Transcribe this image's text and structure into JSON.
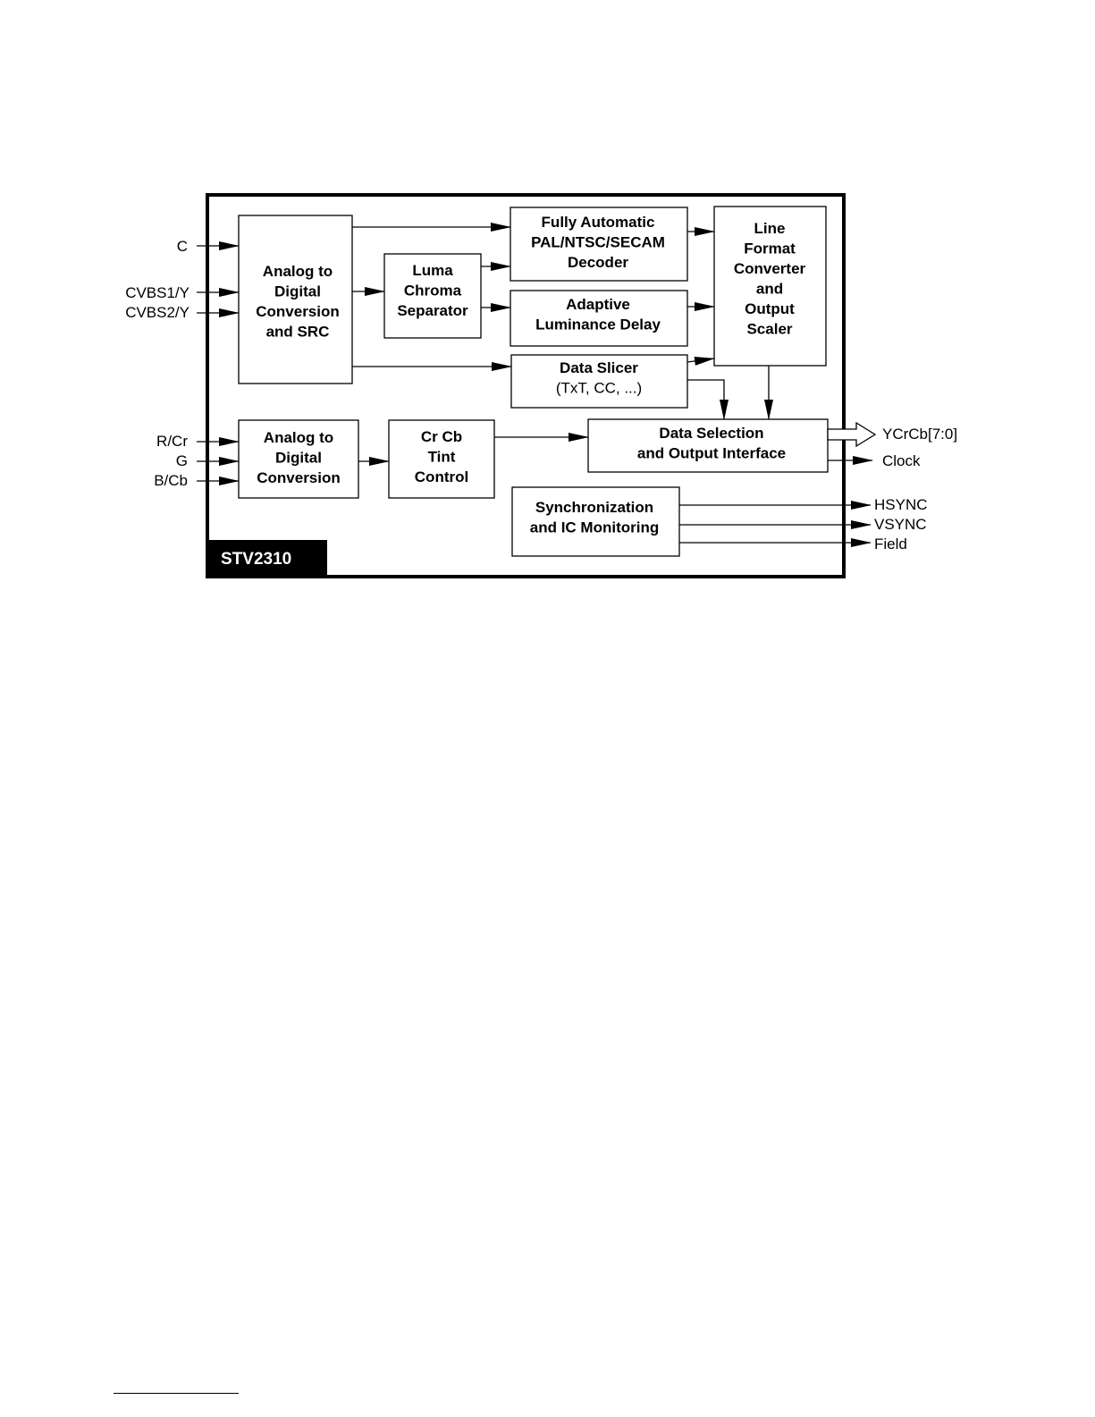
{
  "chip": {
    "name": "STV2310"
  },
  "blocks": {
    "adc_src": {
      "lines": [
        "Analog to",
        "Digital",
        "Conversion",
        "and SRC"
      ]
    },
    "luma_chroma": {
      "lines": [
        "Luma",
        "Chroma",
        "Separator"
      ]
    },
    "decoder": {
      "lines": [
        "Fully Automatic",
        "PAL/NTSC/SECAM",
        "Decoder"
      ]
    },
    "lum_delay": {
      "lines": [
        "Adaptive",
        "Luminance Delay"
      ]
    },
    "data_slicer": {
      "lines": [
        "Data Slicer",
        "(TxT, CC, ...)"
      ]
    },
    "line_format": {
      "lines": [
        "Line",
        "Format",
        "Converter",
        "and",
        "Output",
        "Scaler"
      ]
    },
    "adc_rgb": {
      "lines": [
        "Analog to",
        "Digital",
        "Conversion"
      ]
    },
    "tint": {
      "lines": [
        "Cr Cb",
        "Tint",
        "Control"
      ]
    },
    "data_sel": {
      "lines": [
        "Data Selection",
        "and Output Interface"
      ]
    },
    "sync": {
      "lines": [
        "Synchronization",
        "and IC Monitoring"
      ]
    }
  },
  "inputs": {
    "c": "C",
    "cvbs1": "CVBS1/Y",
    "cvbs2": "CVBS2/Y",
    "rcr": "R/Cr",
    "g": "G",
    "bcb": "B/Cb"
  },
  "outputs": {
    "ycrcb": "YCrCb[7:0]",
    "clock": "Clock",
    "hsync": "HSYNC",
    "vsync": "VSYNC",
    "field": "Field"
  }
}
